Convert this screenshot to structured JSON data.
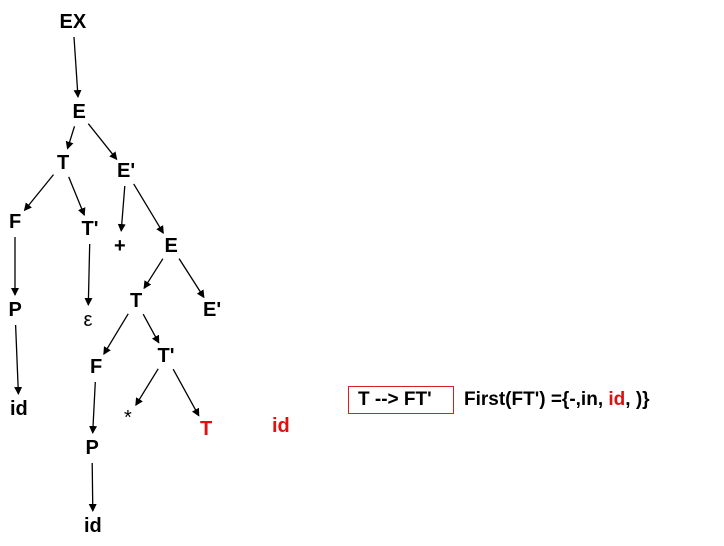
{
  "tree": {
    "nodes": [
      {
        "id": "ex",
        "label": "EX"
      },
      {
        "id": "e1",
        "label": "E"
      },
      {
        "id": "t1",
        "label": "T"
      },
      {
        "id": "ep1",
        "label": "E'"
      },
      {
        "id": "f1",
        "label": "F"
      },
      {
        "id": "tp1",
        "label": "T'"
      },
      {
        "id": "plus",
        "label": "+"
      },
      {
        "id": "e2",
        "label": "E"
      },
      {
        "id": "p1",
        "label": "P"
      },
      {
        "id": "eps",
        "label": "ε"
      },
      {
        "id": "t2",
        "label": "T"
      },
      {
        "id": "ep2",
        "label": "E'"
      },
      {
        "id": "id1",
        "label": "id"
      },
      {
        "id": "f2",
        "label": "F"
      },
      {
        "id": "tp2",
        "label": "T'"
      },
      {
        "id": "star",
        "label": "*"
      },
      {
        "id": "t3",
        "label": "T"
      },
      {
        "id": "p2",
        "label": "P"
      },
      {
        "id": "id2",
        "label": "id"
      },
      {
        "id": "lookahead",
        "label": "id"
      }
    ],
    "edges": [
      [
        "ex",
        "e1"
      ],
      [
        "e1",
        "t1"
      ],
      [
        "e1",
        "ep1"
      ],
      [
        "t1",
        "f1"
      ],
      [
        "t1",
        "tp1"
      ],
      [
        "ep1",
        "plus"
      ],
      [
        "ep1",
        "e2"
      ],
      [
        "f1",
        "p1"
      ],
      [
        "tp1",
        "eps"
      ],
      [
        "e2",
        "t2"
      ],
      [
        "e2",
        "ep2"
      ],
      [
        "p1",
        "id1"
      ],
      [
        "t2",
        "f2"
      ],
      [
        "t2",
        "tp2"
      ],
      [
        "tp2",
        "star"
      ],
      [
        "tp2",
        "t3"
      ],
      [
        "f2",
        "p2"
      ],
      [
        "p2",
        "id2"
      ]
    ]
  },
  "rule": {
    "production": "T --> FT'",
    "first_prefix": "First(FT') ={-,in, ",
    "first_highlight": "id",
    "first_suffix": ", )}"
  },
  "colors": {
    "highlight": "#e01010",
    "box": "#d42020",
    "text": "#000000"
  }
}
